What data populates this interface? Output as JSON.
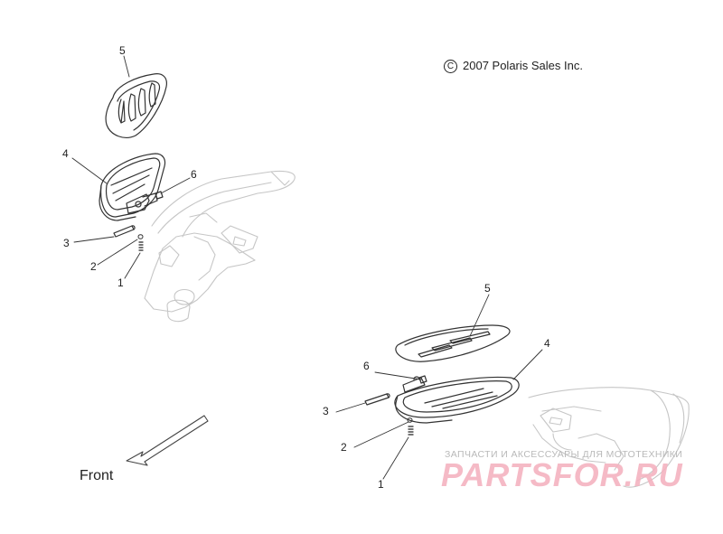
{
  "copyright": {
    "symbol": "C",
    "text": "2007 Polaris Sales Inc."
  },
  "callouts": [
    "5",
    "4",
    "6",
    "3",
    "2",
    "1",
    "5",
    "4",
    "6",
    "3",
    "2",
    "1"
  ],
  "direction": {
    "label": "Front"
  },
  "watermark": {
    "tagline": "ЗАПЧАСТИ И АКСЕССУАРЫ ДЛЯ МОТОТЕХНИКИ",
    "brand": "PARTSFOR.RU"
  }
}
